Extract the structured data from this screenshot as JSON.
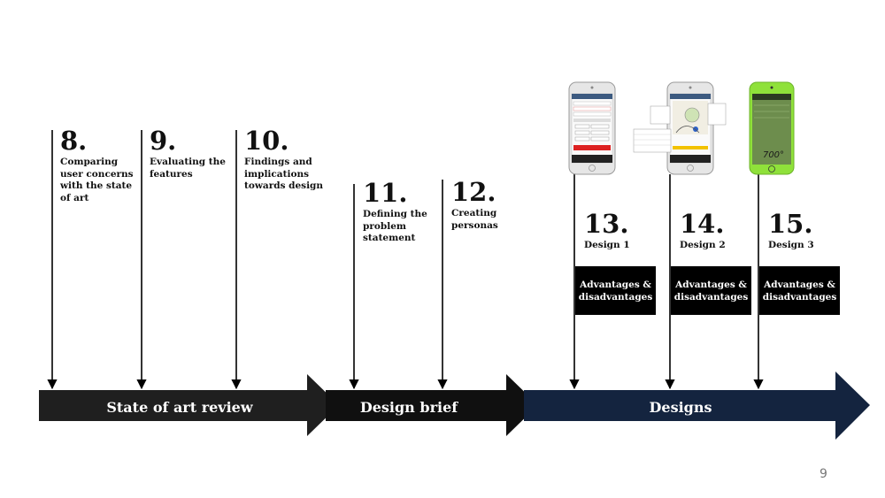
{
  "steps": [
    {
      "number": "8.",
      "label": "Comparing user concerns with the state of art"
    },
    {
      "number": "9.",
      "label": "Evaluating the features"
    },
    {
      "number": "10.",
      "label": "Findings and implications towards design"
    },
    {
      "number": "11.",
      "label": "Defining the problem statement"
    },
    {
      "number": "12.",
      "label": "Creating personas"
    },
    {
      "number": "13.",
      "label": "Design 1",
      "box": "Advantages & disadvantages"
    },
    {
      "number": "14.",
      "label": "Design 2",
      "box": "Advantages & disadvantages"
    },
    {
      "number": "15.",
      "label": "Design 3",
      "box": "Advantages & disadvantages"
    }
  ],
  "phases": [
    {
      "label": "State of art review",
      "color": "#1f1f1f"
    },
    {
      "label": "Design brief",
      "color": "#101010"
    },
    {
      "label": "Designs",
      "color": "#14243f"
    }
  ],
  "phone3_reading": "700°",
  "page_number": "9"
}
